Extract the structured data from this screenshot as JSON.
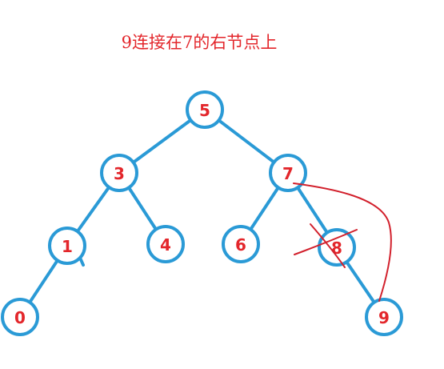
{
  "title": "9连接在7的右节点上",
  "colors": {
    "edge": "#2a9ad6",
    "node_text": "#e3262b",
    "annotation": "#d2202c"
  },
  "nodes": [
    {
      "id": "n5",
      "label": "5"
    },
    {
      "id": "n3",
      "label": "3"
    },
    {
      "id": "n7",
      "label": "7"
    },
    {
      "id": "n1",
      "label": "1"
    },
    {
      "id": "n4",
      "label": "4"
    },
    {
      "id": "n6",
      "label": "6"
    },
    {
      "id": "n8",
      "label": "8",
      "crossed_out": true
    },
    {
      "id": "n0",
      "label": "0"
    },
    {
      "id": "n9",
      "label": "9"
    }
  ],
  "edges": [
    {
      "from": "n5",
      "to": "n3"
    },
    {
      "from": "n5",
      "to": "n7"
    },
    {
      "from": "n3",
      "to": "n1"
    },
    {
      "from": "n3",
      "to": "n4"
    },
    {
      "from": "n7",
      "to": "n6"
    },
    {
      "from": "n7",
      "to": "n8"
    },
    {
      "from": "n8",
      "to": "n9"
    },
    {
      "from": "n1",
      "to": "n0"
    }
  ],
  "annotation": {
    "description": "node 8 crossed out; 7 linked directly to 9",
    "from": "n7",
    "to": "n9"
  }
}
